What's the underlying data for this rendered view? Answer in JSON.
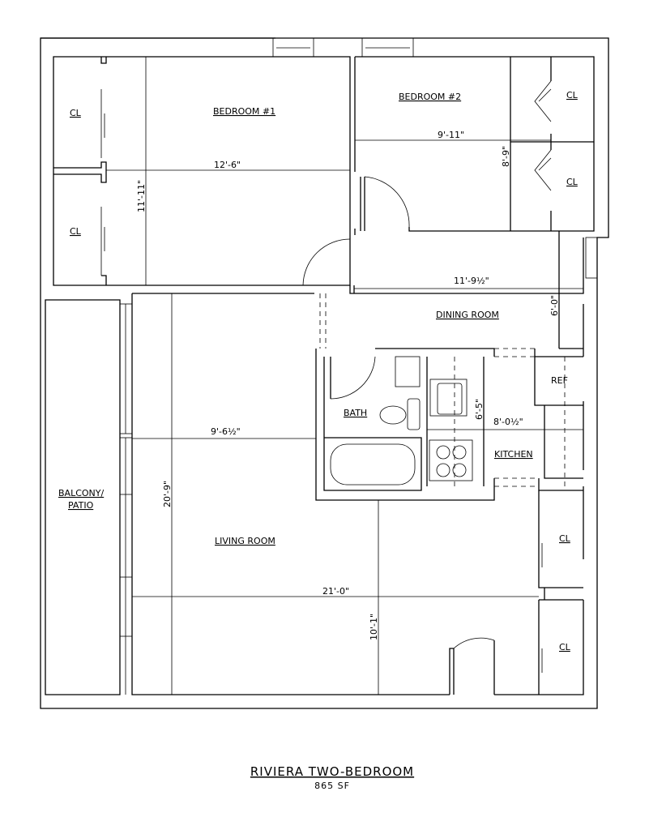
{
  "rooms": {
    "bedroom1": "BEDROOM #1",
    "bedroom2": "BEDROOM #2",
    "closet": "CL",
    "dining": "DINING ROOM",
    "bath": "BATH",
    "kitchen": "KITCHEN",
    "ref": "REF",
    "balcony_line1": "BALCONY/",
    "balcony_line2": "PATIO",
    "living": "LIVING ROOM"
  },
  "dimensions": {
    "bed1_width": "12'-6\"",
    "bed1_depth": "11'-11\"",
    "bed2_width": "9'-11\"",
    "bed2_depth": "8'-9\"",
    "hall_width": "11'-9½\"",
    "dining_depth": "6'-0\"",
    "bath_width": "9'-6½\"",
    "kitchen_depth": "6'-5\"",
    "kitchen_width": "8'-0½\"",
    "living_depth": "20'-9\"",
    "living_width": "21'-0\"",
    "living_depth2": "10'-1\""
  },
  "title": {
    "name": "RIVIERA TWO-BEDROOM",
    "area": "865 SF"
  }
}
